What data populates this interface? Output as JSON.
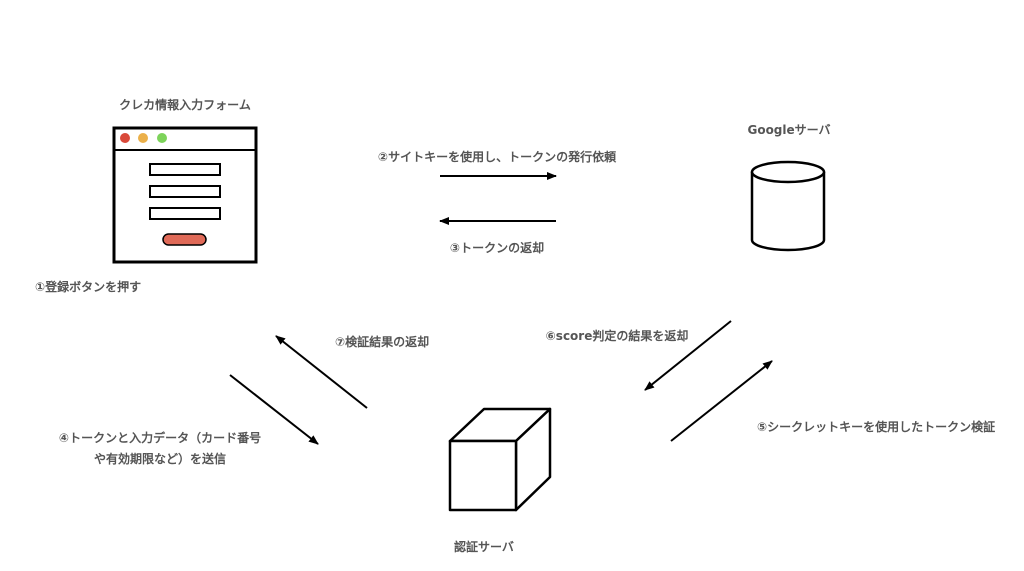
{
  "labels": {
    "form_title": "クレカ情報入力フォーム",
    "google_server": "Googleサーバ",
    "auth_server": "認証サーバ",
    "step1": "①登録ボタンを押す",
    "step2": "②サイトキーを使用し、トークンの発行依頼",
    "step3": "③トークンの返却",
    "step4_line1": "④トークンと入力データ（カード番号",
    "step4_line2": "や有効期限など）を送信",
    "step5": "⑤シークレットキーを使用したトークン検証",
    "step6": "⑥score判定の結果を返却",
    "step7": "⑦検証結果の返却"
  },
  "colors": {
    "dot_red": "#d9493a",
    "dot_yellow": "#ebb04a",
    "dot_green": "#7dd35a",
    "submit_button": "#e06a58",
    "text": "#555555",
    "line": "#000000"
  }
}
